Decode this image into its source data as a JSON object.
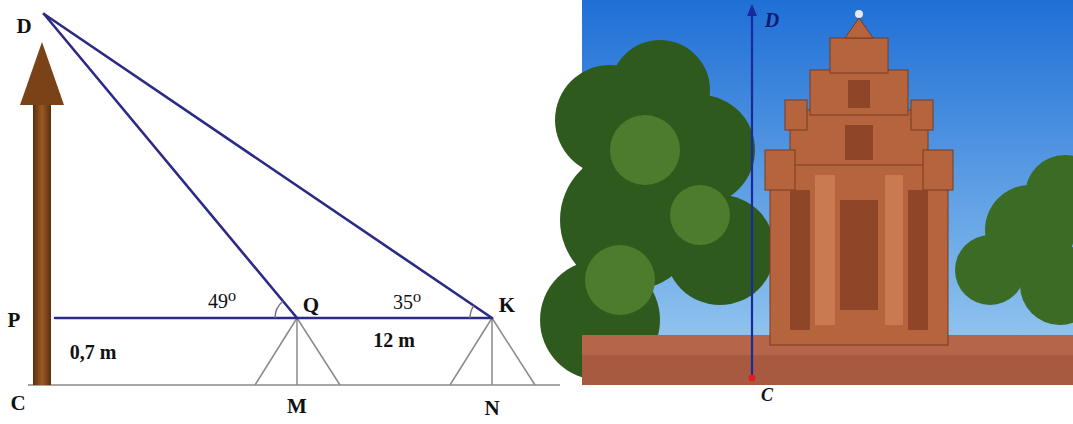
{
  "diagram": {
    "labels": [
      "D",
      "49⁰",
      "Q",
      "35⁰",
      "K",
      "P",
      "0,7 m",
      "12 m",
      "C",
      "M",
      "N",
      "D",
      "C"
    ]
  }
}
